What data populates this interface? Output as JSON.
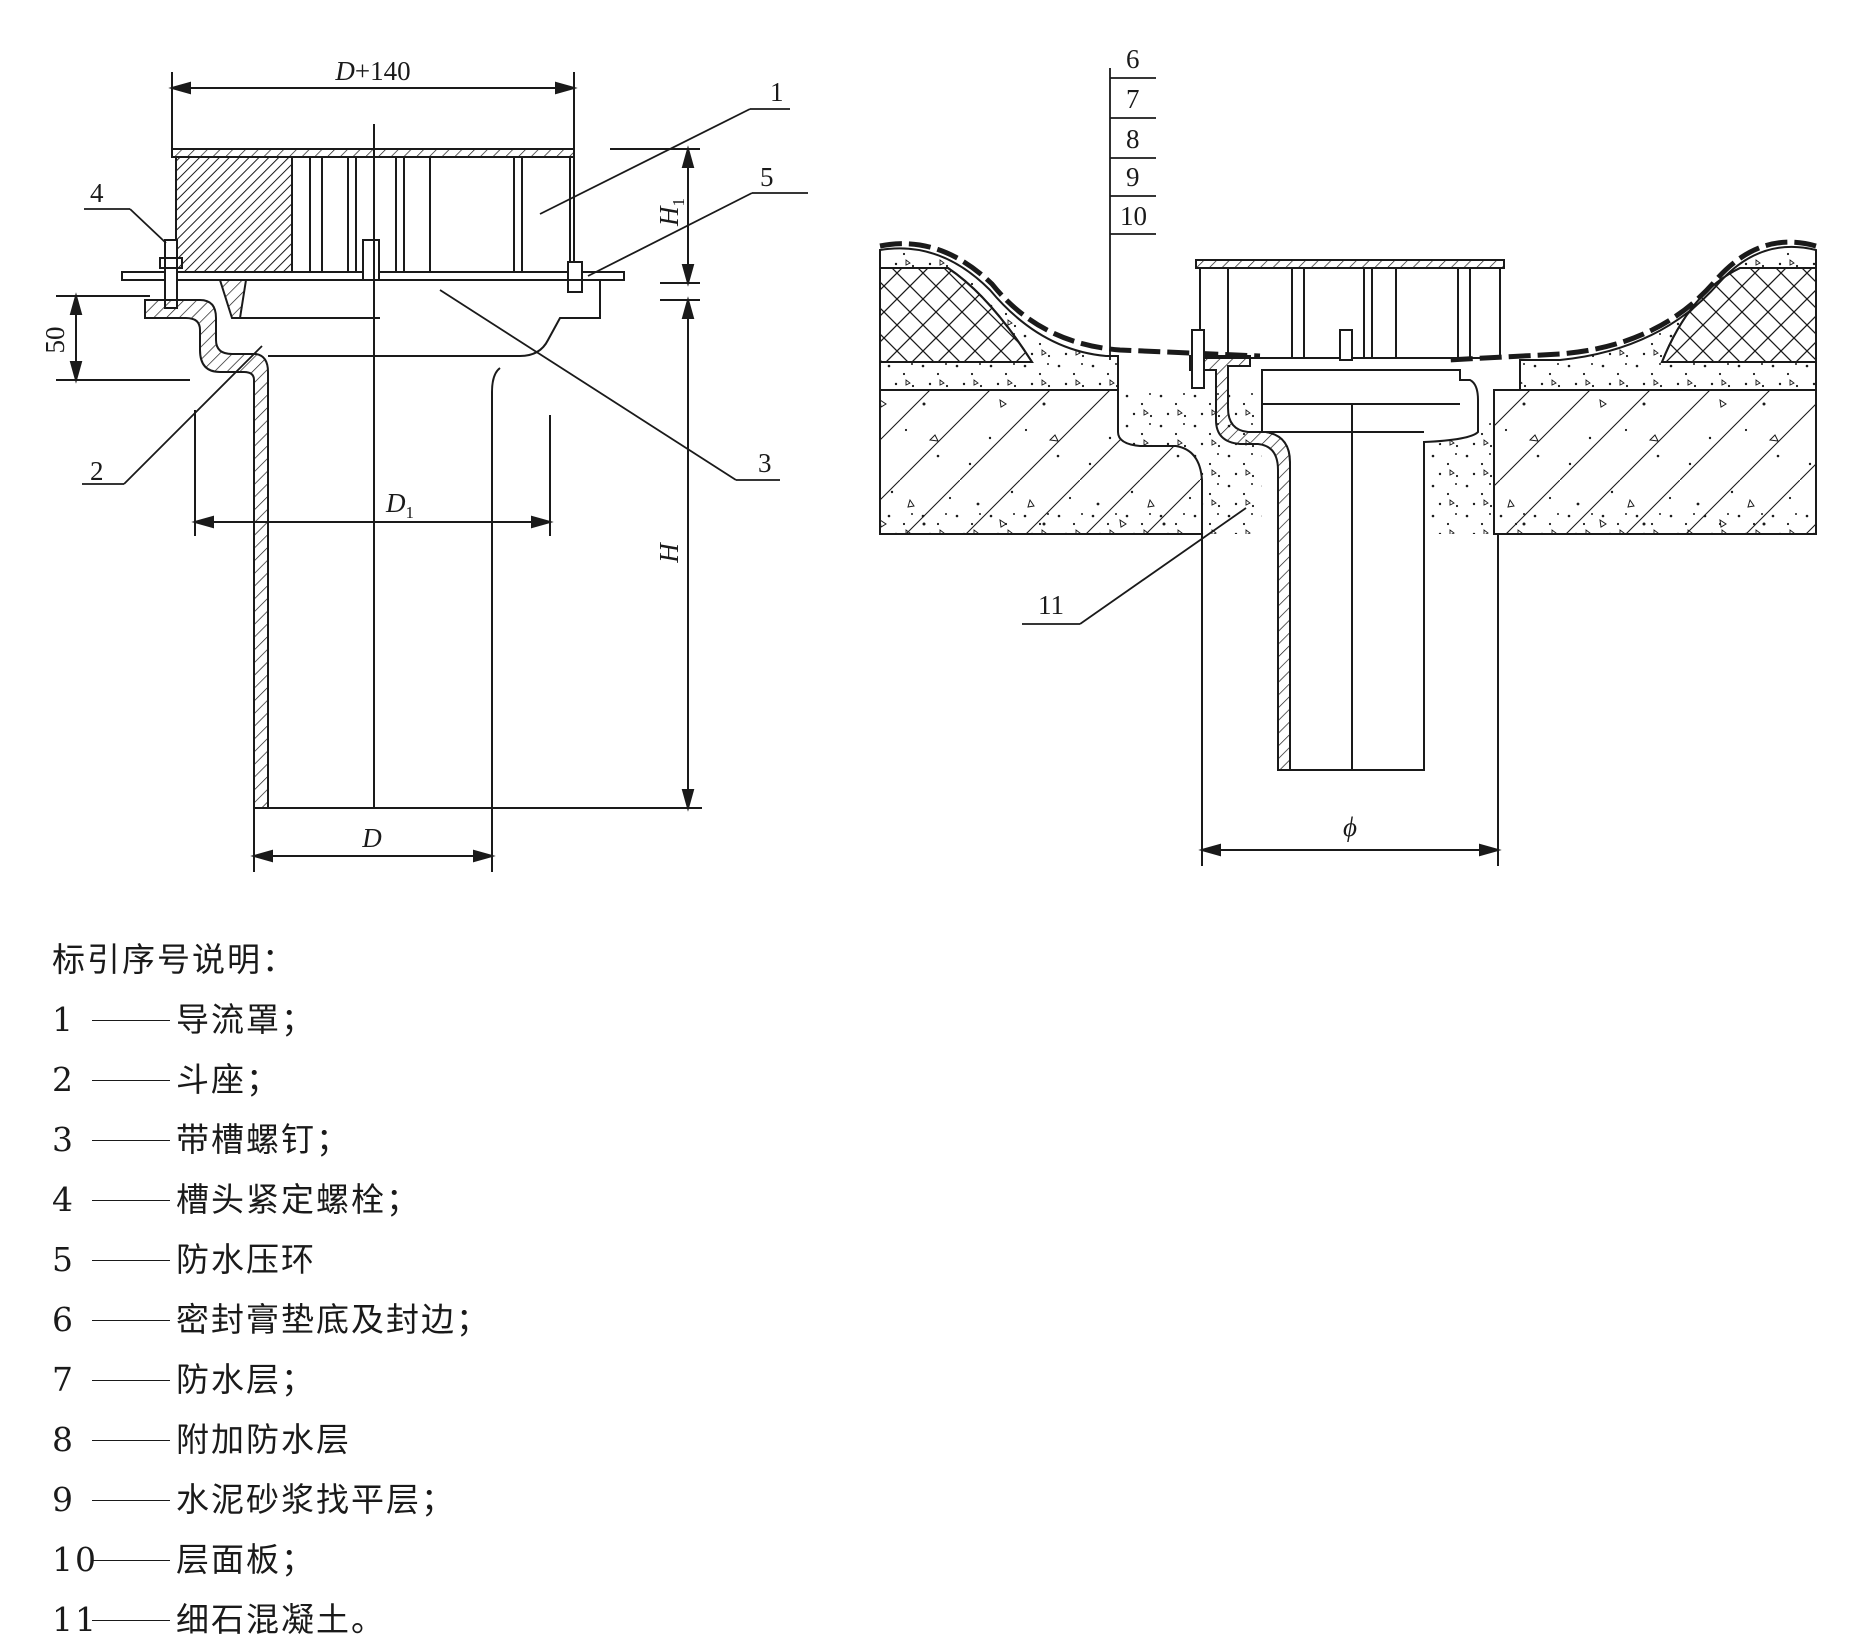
{
  "left_view": {
    "dim_top": "D+140",
    "dim_bottom": "D",
    "dim_inner": "D1",
    "dim_height": "H",
    "dim_height_top": "H1",
    "dim_50": "50",
    "callouts": [
      "1",
      "2",
      "3",
      "4",
      "5"
    ]
  },
  "right_view": {
    "dim_phi": "ϕ",
    "stack_labels": [
      "6",
      "7",
      "8",
      "9",
      "10"
    ],
    "callout_11": "11"
  },
  "legend": {
    "title": "标引序号说明：",
    "items": [
      {
        "num": "1",
        "text": "导流罩；"
      },
      {
        "num": "2",
        "text": "斗座；"
      },
      {
        "num": "3",
        "text": "带槽螺钉；"
      },
      {
        "num": "4",
        "text": "槽头紧定螺栓；"
      },
      {
        "num": "5",
        "text": "防水压环"
      },
      {
        "num": "6",
        "text": "密封膏垫底及封边；"
      },
      {
        "num": "7",
        "text": "防水层；"
      },
      {
        "num": "8",
        "text": "附加防水层"
      },
      {
        "num": "9",
        "text": "水泥砂浆找平层；"
      },
      {
        "num": "10",
        "text": "层面板；"
      },
      {
        "num": "11",
        "text": "细石混凝土。"
      }
    ]
  }
}
